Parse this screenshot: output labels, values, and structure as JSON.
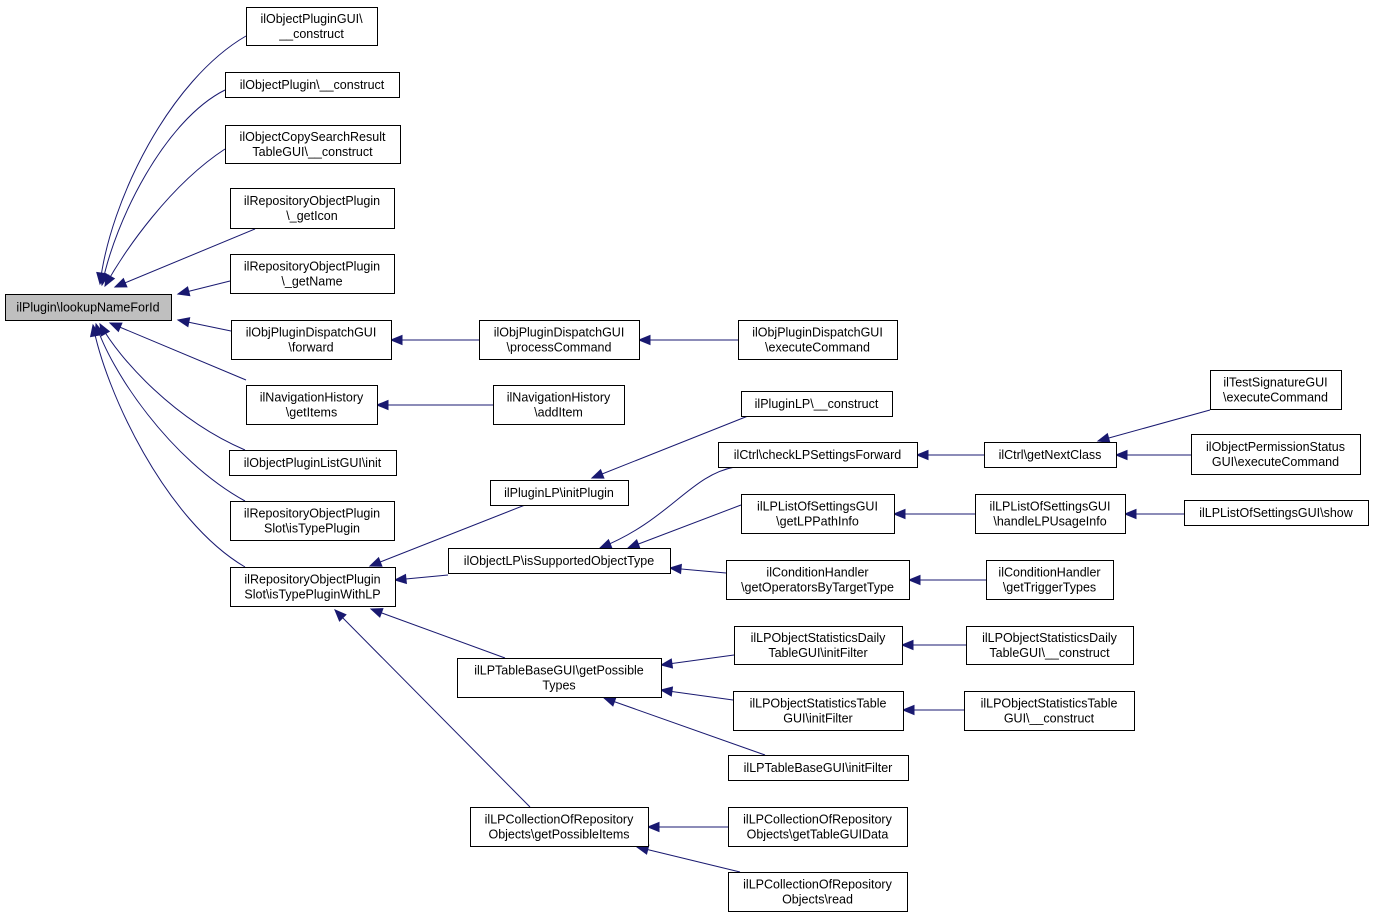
{
  "graph": {
    "root": "root",
    "nodes": [
      {
        "id": "root",
        "lines": [
          "ilPlugin\\lookupNameForId"
        ]
      },
      {
        "id": "n1",
        "lines": [
          "ilObjectPluginGUI\\",
          "__construct"
        ]
      },
      {
        "id": "n2",
        "lines": [
          "ilObjectPlugin\\__construct"
        ]
      },
      {
        "id": "n3",
        "lines": [
          "ilObjectCopySearchResult",
          "TableGUI\\__construct"
        ]
      },
      {
        "id": "n4",
        "lines": [
          "ilRepositoryObjectPlugin",
          "\\_getIcon"
        ]
      },
      {
        "id": "n5",
        "lines": [
          "ilRepositoryObjectPlugin",
          "\\_getName"
        ]
      },
      {
        "id": "n6",
        "lines": [
          "ilObjPluginDispatchGUI",
          "\\forward"
        ]
      },
      {
        "id": "n7",
        "lines": [
          "ilNavigationHistory",
          "\\getItems"
        ]
      },
      {
        "id": "n8",
        "lines": [
          "ilObjectPluginListGUI\\init"
        ]
      },
      {
        "id": "n9",
        "lines": [
          "ilRepositoryObjectPlugin",
          "Slot\\isTypePlugin"
        ]
      },
      {
        "id": "n10",
        "lines": [
          "ilRepositoryObjectPlugin",
          "Slot\\isTypePluginWithLP"
        ]
      },
      {
        "id": "n11",
        "lines": [
          "ilObjPluginDispatchGUI",
          "\\processCommand"
        ]
      },
      {
        "id": "n12",
        "lines": [
          "ilObjPluginDispatchGUI",
          "\\executeCommand"
        ]
      },
      {
        "id": "n13",
        "lines": [
          "ilNavigationHistory",
          "\\addItem"
        ]
      },
      {
        "id": "n14",
        "lines": [
          "ilPluginLP\\initPlugin"
        ]
      },
      {
        "id": "n15",
        "lines": [
          "ilPluginLP\\__construct"
        ]
      },
      {
        "id": "n16",
        "lines": [
          "ilObjectLP\\isSupportedObjectType"
        ]
      },
      {
        "id": "n17",
        "lines": [
          "ilCtrl\\checkLPSettingsForward"
        ]
      },
      {
        "id": "n18",
        "lines": [
          "ilCtrl\\getNextClass"
        ]
      },
      {
        "id": "n19",
        "lines": [
          "ilTestSignatureGUI",
          "\\executeCommand"
        ]
      },
      {
        "id": "n20",
        "lines": [
          "ilObjectPermissionStatus",
          "GUI\\executeCommand"
        ]
      },
      {
        "id": "n21",
        "lines": [
          "ilLPListOfSettingsGUI",
          "\\getLPPathInfo"
        ]
      },
      {
        "id": "n22",
        "lines": [
          "ilLPListOfSettingsGUI",
          "\\handleLPUsageInfo"
        ]
      },
      {
        "id": "n23",
        "lines": [
          "ilLPListOfSettingsGUI\\show"
        ]
      },
      {
        "id": "n24",
        "lines": [
          "ilConditionHandler",
          "\\getOperatorsByTargetType"
        ]
      },
      {
        "id": "n25",
        "lines": [
          "ilConditionHandler",
          "\\getTriggerTypes"
        ]
      },
      {
        "id": "n26",
        "lines": [
          "ilLPTableBaseGUI\\getPossible",
          "Types"
        ]
      },
      {
        "id": "n27",
        "lines": [
          "ilLPObjectStatisticsDaily",
          "TableGUI\\initFilter"
        ]
      },
      {
        "id": "n28",
        "lines": [
          "ilLPObjectStatisticsDaily",
          "TableGUI\\__construct"
        ]
      },
      {
        "id": "n29",
        "lines": [
          "ilLPObjectStatisticsTable",
          "GUI\\initFilter"
        ]
      },
      {
        "id": "n30",
        "lines": [
          "ilLPObjectStatisticsTable",
          "GUI\\__construct"
        ]
      },
      {
        "id": "n31",
        "lines": [
          "ilLPTableBaseGUI\\initFilter"
        ]
      },
      {
        "id": "n32",
        "lines": [
          "ilLPCollectionOfRepository",
          "Objects\\getPossibleItems"
        ]
      },
      {
        "id": "n33",
        "lines": [
          "ilLPCollectionOfRepository",
          "Objects\\getTableGUIData"
        ]
      },
      {
        "id": "n34",
        "lines": [
          "ilLPCollectionOfRepository",
          "Objects\\read"
        ]
      }
    ],
    "edges": [
      {
        "from": "n1",
        "to": "root"
      },
      {
        "from": "n2",
        "to": "root"
      },
      {
        "from": "n3",
        "to": "root"
      },
      {
        "from": "n4",
        "to": "root"
      },
      {
        "from": "n5",
        "to": "root"
      },
      {
        "from": "n6",
        "to": "root"
      },
      {
        "from": "n7",
        "to": "root"
      },
      {
        "from": "n8",
        "to": "root"
      },
      {
        "from": "n9",
        "to": "root"
      },
      {
        "from": "n10",
        "to": "root"
      },
      {
        "from": "n11",
        "to": "n6"
      },
      {
        "from": "n12",
        "to": "n11"
      },
      {
        "from": "n13",
        "to": "n7"
      },
      {
        "from": "n14",
        "to": "n10"
      },
      {
        "from": "n16",
        "to": "n10"
      },
      {
        "from": "n26",
        "to": "n10"
      },
      {
        "from": "n32",
        "to": "n10"
      },
      {
        "from": "n15",
        "to": "n14"
      },
      {
        "from": "n17",
        "to": "n16"
      },
      {
        "from": "n21",
        "to": "n16"
      },
      {
        "from": "n24",
        "to": "n16"
      },
      {
        "from": "n18",
        "to": "n17"
      },
      {
        "from": "n19",
        "to": "n18"
      },
      {
        "from": "n20",
        "to": "n18"
      },
      {
        "from": "n22",
        "to": "n21"
      },
      {
        "from": "n23",
        "to": "n22"
      },
      {
        "from": "n25",
        "to": "n24"
      },
      {
        "from": "n27",
        "to": "n26"
      },
      {
        "from": "n29",
        "to": "n26"
      },
      {
        "from": "n31",
        "to": "n26"
      },
      {
        "from": "n28",
        "to": "n27"
      },
      {
        "from": "n30",
        "to": "n29"
      },
      {
        "from": "n33",
        "to": "n32"
      },
      {
        "from": "n34",
        "to": "n32"
      }
    ]
  }
}
